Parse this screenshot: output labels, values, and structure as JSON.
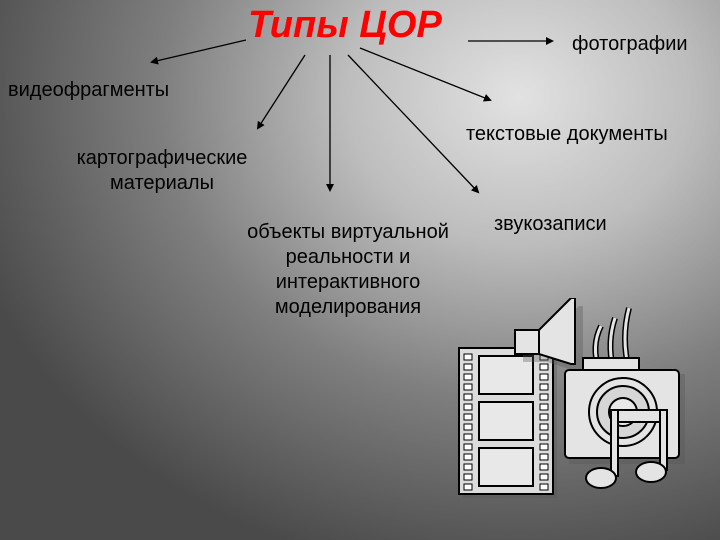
{
  "title": "Типы ЦОР",
  "labels": {
    "photos": "фотографии",
    "video": "видеофрагменты",
    "text_docs": "текстовые документы",
    "maps": "картографические материалы",
    "audio": "звукозаписи",
    "vr": "объекты виртуальной реальности и интерактивного моделирования"
  },
  "colors": {
    "title": "#ff0000",
    "background_light": "#e2e2e2",
    "background_dark": "#4a4a4a"
  },
  "icons": [
    "film-strip-icon",
    "speaker-icon",
    "camera-icon",
    "music-note-icon"
  ]
}
